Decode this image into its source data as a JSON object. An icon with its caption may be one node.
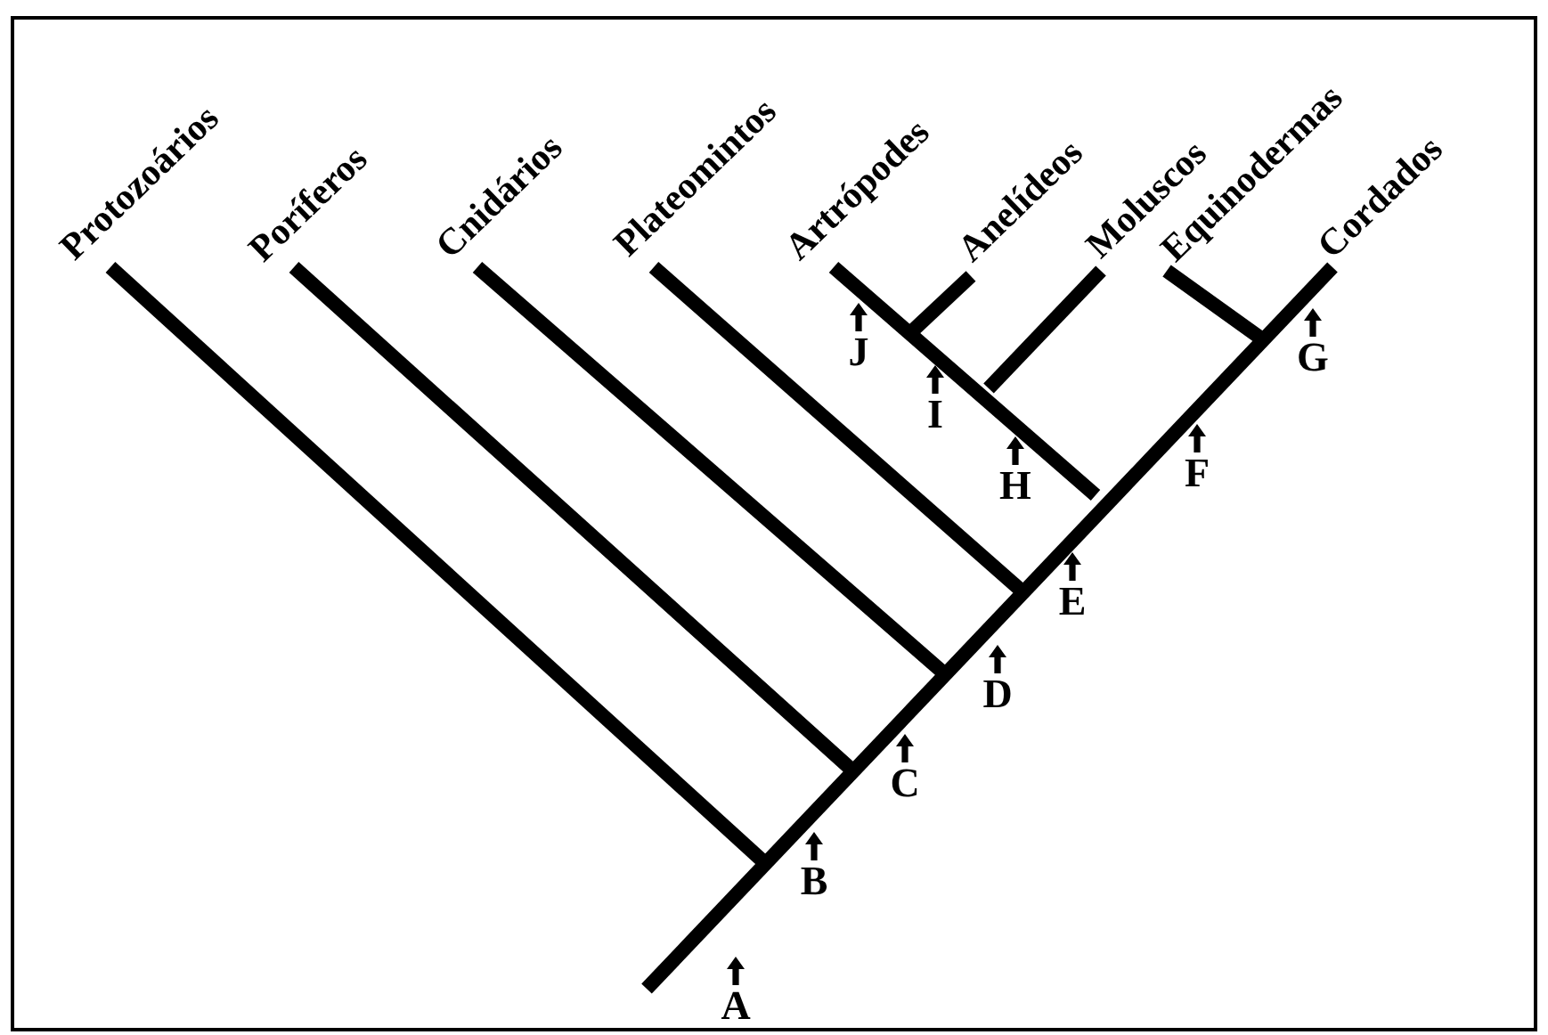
{
  "diagram": {
    "labels": [
      "Protozoários",
      "Poríferos",
      "Cnidários",
      "Plateomintos",
      "Artrópodes",
      "Anelídeos",
      "Moluscos",
      "Equinodermas",
      "Cordados",
      "J",
      "I",
      "G",
      "H",
      "F",
      "E",
      "D",
      "C",
      "B",
      "A"
    ]
  }
}
